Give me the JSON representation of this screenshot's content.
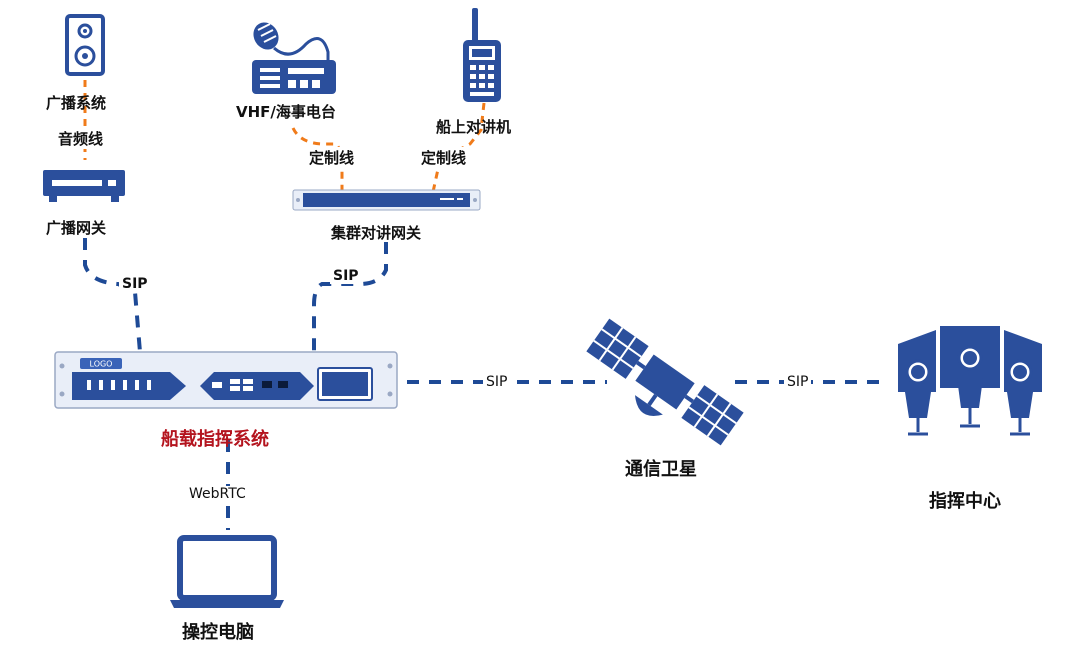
{
  "colors": {
    "device_blue": "#2b4f9c",
    "line_blue": "#1e4a96",
    "line_orange": "#f07b1a",
    "accent_red": "#b4141e",
    "rack_light": "#e9eef8"
  },
  "nodes": {
    "broadcast_system": "广播系统",
    "broadcast_gateway": "广播网关",
    "vhf_station": "VHF/海事电台",
    "ship_intercom": "船上对讲机",
    "cluster_gateway": "集群对讲网关",
    "command_system": "船载指挥系统",
    "satellite": "通信卫星",
    "command_center": "指挥中心",
    "control_pc": "操控电脑"
  },
  "links": {
    "audio_line": "音频线",
    "custom_line_1": "定制线",
    "custom_line_2": "定制线",
    "sip_broadcast": "SIP",
    "sip_cluster": "SIP",
    "sip_satellite": "SIP",
    "sip_center": "SIP",
    "webrtc": "WebRTC"
  },
  "rack_logo": "LOGO"
}
